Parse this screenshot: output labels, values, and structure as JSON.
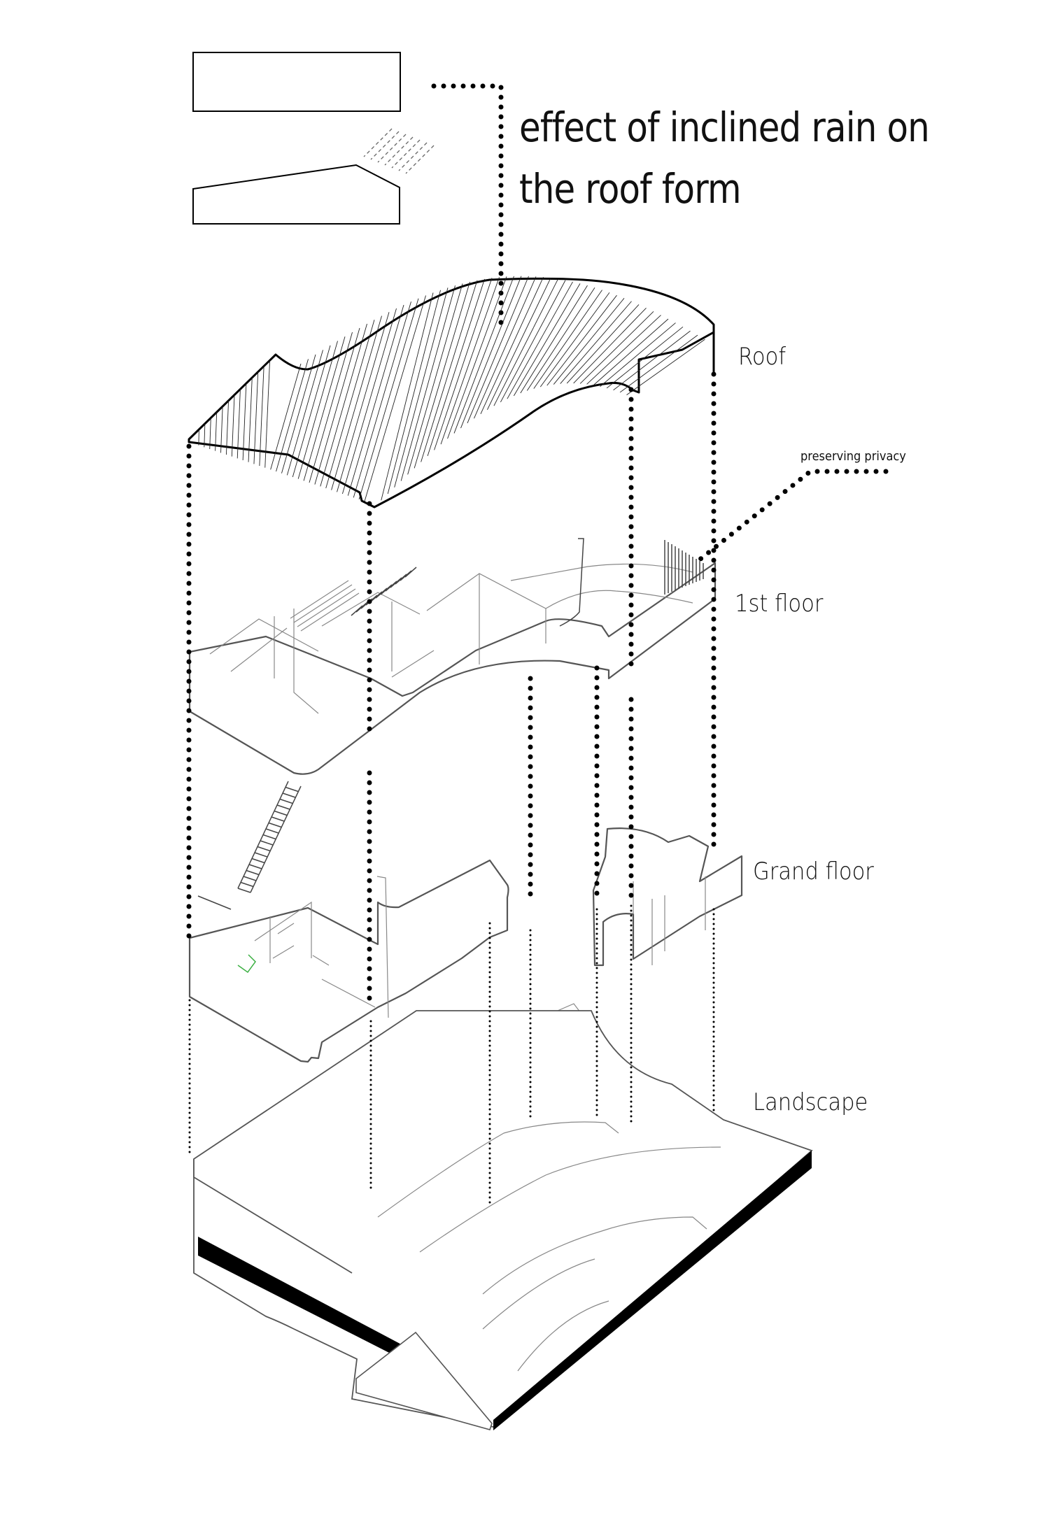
{
  "diagram": {
    "title_line1": "effect of inclined rain on",
    "title_line2": "the roof form",
    "layers": [
      {
        "id": "roof",
        "label": "Roof"
      },
      {
        "id": "first-floor",
        "label": "1st floor"
      },
      {
        "id": "ground-floor",
        "label": "Grand floor"
      },
      {
        "id": "landscape",
        "label": "Landscape"
      }
    ],
    "annotations": {
      "privacy_note": "preserving privacy"
    },
    "inset": {
      "flat_roof_section": "flat box section",
      "inclined_roof_section": "roof section with sloped corner facing rain",
      "rain_direction": "inclined from upper-right"
    },
    "colors": {
      "line": "#000000",
      "wall_line": "#555555",
      "base_slab": "#000000",
      "background": "#ffffff",
      "accent_green": "#3cb043"
    }
  }
}
